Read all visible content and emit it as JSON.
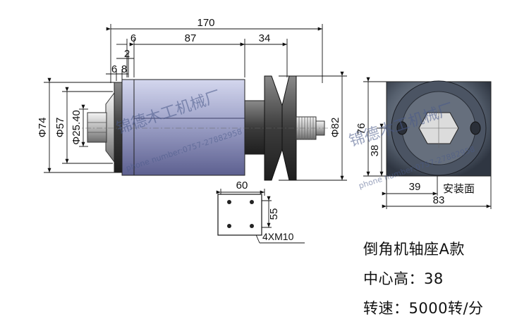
{
  "front_view": {
    "dims_top": {
      "overall": "170",
      "flange": "6",
      "body": "87",
      "pulley": "34",
      "gap": "2",
      "nut": "6",
      "washer": "8"
    },
    "dims_left": {
      "d74": "Φ74",
      "d57": "Φ57",
      "d25": "Φ25.40"
    },
    "dim_right": {
      "d82": "Φ82"
    }
  },
  "base_plate": {
    "width": "60",
    "height": "55",
    "holes": "4XM10"
  },
  "side_view": {
    "height": "76",
    "center_height": "38",
    "offset": "39",
    "mount_face": "安装面",
    "width": "83"
  },
  "watermark": {
    "name": "锦德木工机械厂",
    "phone": "phone number:0757-27882958"
  },
  "spec": {
    "title": "倒角机轴座A款",
    "center_height": "中心高：38",
    "speed": "转速：5000转/分"
  }
}
